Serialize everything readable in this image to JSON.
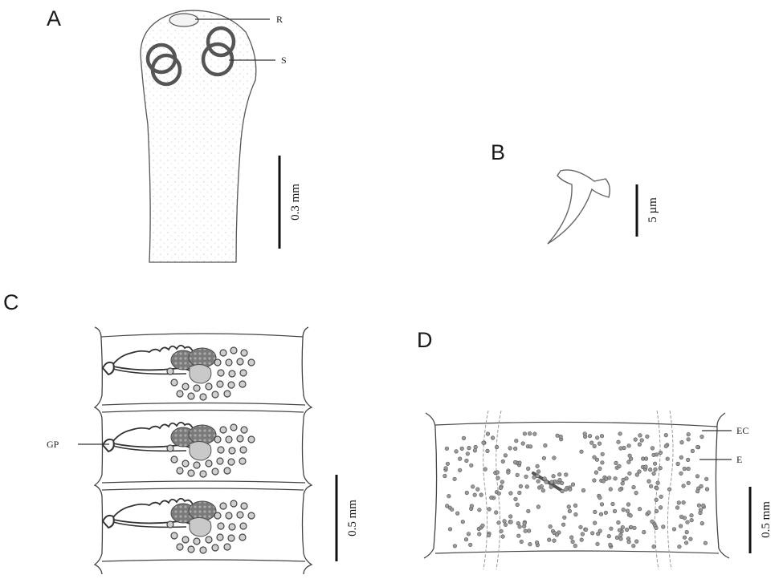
{
  "panels": {
    "a": {
      "letter": "A",
      "labels": {
        "r": "R",
        "s": "S"
      },
      "scale": "0.3 mm"
    },
    "b": {
      "letter": "B",
      "scale": "5 µm"
    },
    "c": {
      "letter": "C",
      "labels": {
        "gp": "GP"
      },
      "scale": "0.5 mm"
    },
    "d": {
      "letter": "D",
      "labels": {
        "ec": "EC",
        "e": "E"
      },
      "scale": "0.5 mm"
    }
  }
}
